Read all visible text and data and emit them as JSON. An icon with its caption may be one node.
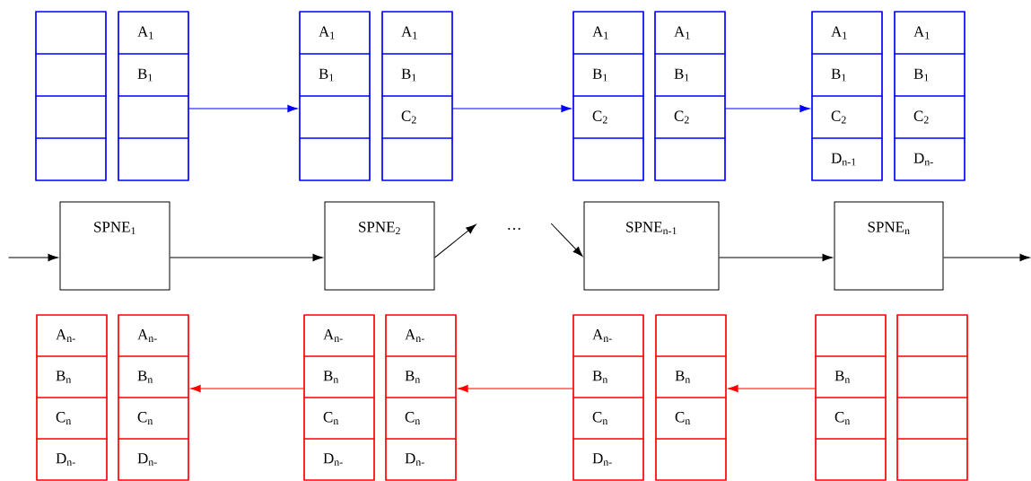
{
  "diagram": {
    "nodes": [
      {
        "text": [],
        "shape": "box"
      },
      {
        "text": [],
        "shape": "box",
        "in": 0
      },
      {
        "text": [],
        "shape": "box",
        "in": 0
      },
      {
        "text": [],
        "shape": "box",
        "in": 0
      },
      {
        "text": [],
        "shape": "box",
        "in": 0
      },
      {
        "text": [],
        "shape": "box"
      },
      {
        "text": [
          "A$_{1}$"
        ],
        "in": 5
      },
      {
        "text": [
          "B$_{1}$"
        ],
        "in": 5
      },
      {
        "text": [],
        "shape": "box",
        "in": 5
      },
      {
        "text": [],
        "shape": "box",
        "in": 5
      },
      {
        "text": [],
        "shape": "box"
      },
      {
        "text": [
          "A$_{1}$"
        ],
        "in": 10
      },
      {
        "text": [
          "B$_{1}$"
        ],
        "in": 10
      },
      {
        "text": [],
        "shape": "box",
        "in": 10
      },
      {
        "text": [],
        "shape": "box",
        "in": 10
      },
      {
        "text": [],
        "shape": "box"
      },
      {
        "text": [
          "A$_{1}$"
        ],
        "in": 15
      },
      {
        "text": [
          "B$_{1}$"
        ],
        "in": 15
      },
      {
        "text": [
          "C$_{2}$"
        ],
        "in": 15
      },
      {
        "text": [],
        "shape": "box",
        "in": 15
      },
      {
        "text": [],
        "shape": "box"
      },
      {
        "text": [
          "A$_{1}$"
        ],
        "in": 20
      },
      {
        "text": [
          "B$_{1}$"
        ],
        "in": 20
      },
      {
        "text": [
          "C$_{2}$"
        ],
        "in": 20
      },
      {
        "text": [],
        "shape": "box",
        "in": 20
      },
      {
        "text": [],
        "shape": "box"
      },
      {
        "text": [
          "A$_{1}$"
        ],
        "in": 25
      },
      {
        "text": [
          "B$_{1}$"
        ],
        "in": 25
      },
      {
        "text": [
          "C$_{2}$"
        ],
        "in": 25
      },
      {
        "text": [],
        "shape": "box",
        "in": 25
      },
      {
        "text": [],
        "shape": "box"
      },
      {
        "text": [
          "A$_{1}$"
        ],
        "in": 30
      },
      {
        "text": [
          "B$_{1}$"
        ],
        "in": 30
      },
      {
        "text": [
          "C$_{2}$"
        ],
        "in": 30
      },
      {
        "text": [
          "D$_{n-1}$"
        ],
        "in": 30
      },
      {
        "text": [],
        "shape": "box"
      },
      {
        "text": [
          "A$_{1}$"
        ],
        "in": 35
      },
      {
        "text": [
          "B$_{1}$"
        ],
        "in": 35
      },
      {
        "text": [
          "C$_{2}$"
        ],
        "in": 35
      },
      {
        "text": [
          "D$_{n-}$"
        ],
        "in": 35
      },
      {
        "text": [
          "SPNE$_{1}$"
        ]
      },
      {
        "text": [
          "SPNE$_{2}$"
        ]
      },
      {
        "text": [
          "…"
        ]
      },
      {
        "text": [
          "SPNE$_{n-1}$"
        ]
      },
      {
        "text": [
          "SPNE$_{n}$"
        ]
      },
      {
        "text": [],
        "shape": "box"
      },
      {
        "text": [
          "A$_{n-}$"
        ],
        "in": 45
      },
      {
        "text": [
          "B$_{n}$"
        ],
        "in": 45
      },
      {
        "text": [
          "C$_{n}$"
        ],
        "in": 45
      },
      {
        "text": [
          "D$_{n-}$"
        ],
        "in": 45
      },
      {
        "text": [],
        "shape": "box"
      },
      {
        "text": [
          "A$_{n-}$"
        ],
        "in": 50
      },
      {
        "text": [
          "B$_{n}$"
        ],
        "in": 50
      },
      {
        "text": [
          "C$_{n}$"
        ],
        "in": 50
      },
      {
        "text": [
          "D$_{n-}$"
        ],
        "in": 50
      },
      {
        "text": [],
        "shape": "box"
      },
      {
        "text": [
          "A$_{n-}$"
        ],
        "in": 55
      },
      {
        "text": [
          "B$_{n}$"
        ],
        "in": 55
      },
      {
        "text": [
          "C$_{n}$"
        ],
        "in": 55
      },
      {
        "text": [
          "D$_{n-}$"
        ],
        "in": 55
      },
      {
        "text": [],
        "shape": "box"
      },
      {
        "text": [
          "A$_{n-}$"
        ],
        "in": 60
      },
      {
        "text": [
          "B$_{n}$"
        ],
        "in": 60
      },
      {
        "text": [
          "C$_{n}$"
        ],
        "in": 60
      },
      {
        "text": [
          "D$_{n-}$"
        ],
        "in": 60
      },
      {
        "text": [],
        "shape": "box"
      },
      {
        "text": [
          "A$_{n-}$"
        ],
        "in": 65
      },
      {
        "text": [
          "B$_{n}$"
        ],
        "in": 65
      },
      {
        "text": [
          "C$_{n}$"
        ],
        "in": 65
      },
      {
        "text": [
          "D$_{n-}$"
        ],
        "in": 65
      },
      {
        "text": [],
        "shape": "box"
      },
      {
        "text": [],
        "shape": "box",
        "in": 70
      },
      {
        "text": [
          "B$_{n}$"
        ],
        "in": 70
      },
      {
        "text": [
          "C$_{n}$"
        ],
        "in": 70
      },
      {
        "text": [],
        "shape": "box",
        "in": 70
      },
      {
        "text": [],
        "shape": "box"
      },
      {
        "text": [],
        "shape": "box",
        "in": 75
      },
      {
        "text": [
          "B$_{n}$"
        ],
        "in": 75
      },
      {
        "text": [
          "C$_{n}$"
        ],
        "in": 75
      },
      {
        "text": [],
        "shape": "box",
        "in": 75
      },
      {
        "text": [],
        "shape": "box"
      },
      {
        "text": [],
        "shape": "box",
        "in": 80
      },
      {
        "text": [],
        "shape": "box",
        "in": 80
      },
      {
        "text": [],
        "shape": "box",
        "in": 80
      },
      {
        "text": [],
        "shape": "box",
        "in": 80
      }
    ],
    "edges": [
      {
        "from": 5,
        "to": 10,
        "arrow": "to",
        "color": "#0000ff"
      },
      {
        "from": 15,
        "to": 20,
        "arrow": "to",
        "color": "#0000ff"
      },
      {
        "from": 25,
        "to": 30,
        "arrow": "to",
        "color": "#0000ff"
      },
      {
        "from": null,
        "to": 40,
        "arrow": "to"
      },
      {
        "from": 40,
        "to": 41,
        "arrow": "to"
      },
      {
        "from": 41,
        "to": 42,
        "arrow": "to"
      },
      {
        "from": 42,
        "to": 43,
        "arrow": "to"
      },
      {
        "from": 43,
        "to": 44,
        "arrow": "to"
      },
      {
        "from": 44,
        "to": null,
        "arrow": "to"
      },
      {
        "from": 55,
        "to": 50,
        "arrow": "to",
        "color": "#ff0000"
      },
      {
        "from": 65,
        "to": 60,
        "arrow": "to",
        "color": "#ff0000"
      },
      {
        "from": 75,
        "to": 70,
        "arrow": "to",
        "color": "#ff0000"
      }
    ]
  }
}
